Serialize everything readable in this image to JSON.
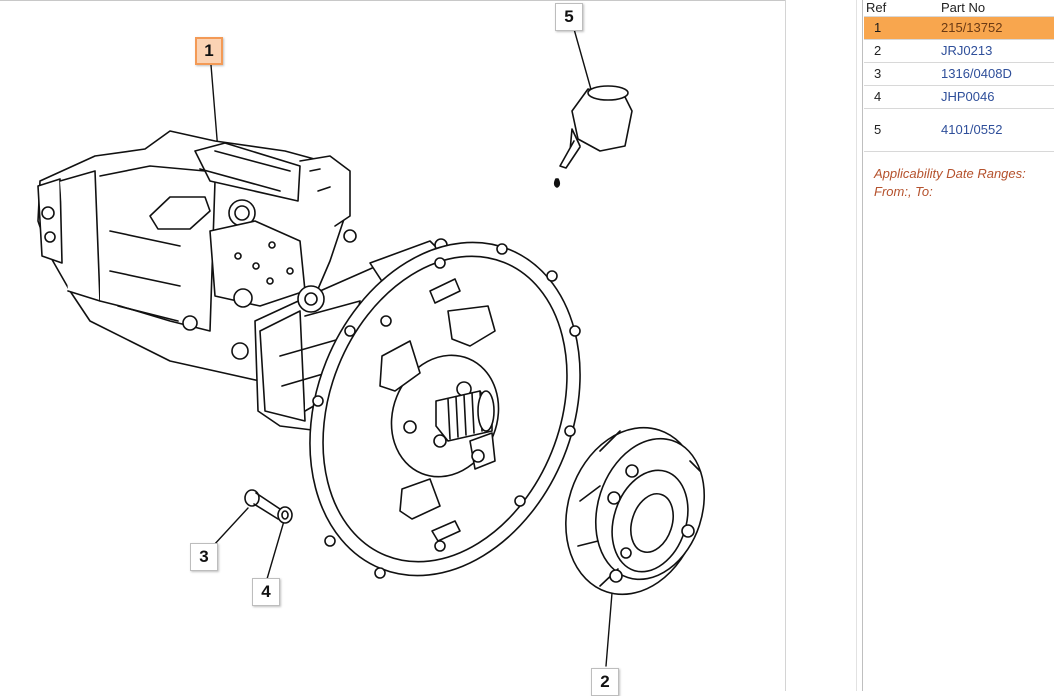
{
  "diagram": {
    "callouts": [
      {
        "label": "1",
        "selected": true
      },
      {
        "label": "2",
        "selected": false
      },
      {
        "label": "3",
        "selected": false
      },
      {
        "label": "4",
        "selected": false
      },
      {
        "label": "5",
        "selected": false
      }
    ]
  },
  "parts_table": {
    "headers": {
      "ref": "Ref",
      "part_no": "Part No"
    },
    "rows": [
      {
        "ref": "1",
        "part_no": "215/13752",
        "selected": true
      },
      {
        "ref": "2",
        "part_no": "JRJ0213",
        "selected": false
      },
      {
        "ref": "3",
        "part_no": "1316/0408D",
        "selected": false
      },
      {
        "ref": "4",
        "part_no": "JHP0046",
        "selected": false
      },
      {
        "ref": "5",
        "part_no": "4101/0552",
        "selected": false
      }
    ]
  },
  "applicability": {
    "title": "Applicability Date Ranges:",
    "range": "From:, To:"
  },
  "colors": {
    "selection": "#f8a64e",
    "link": "#2f4f9a",
    "applicability_text": "#b5522d",
    "callout_selected_fill": "#fbd3b4"
  }
}
